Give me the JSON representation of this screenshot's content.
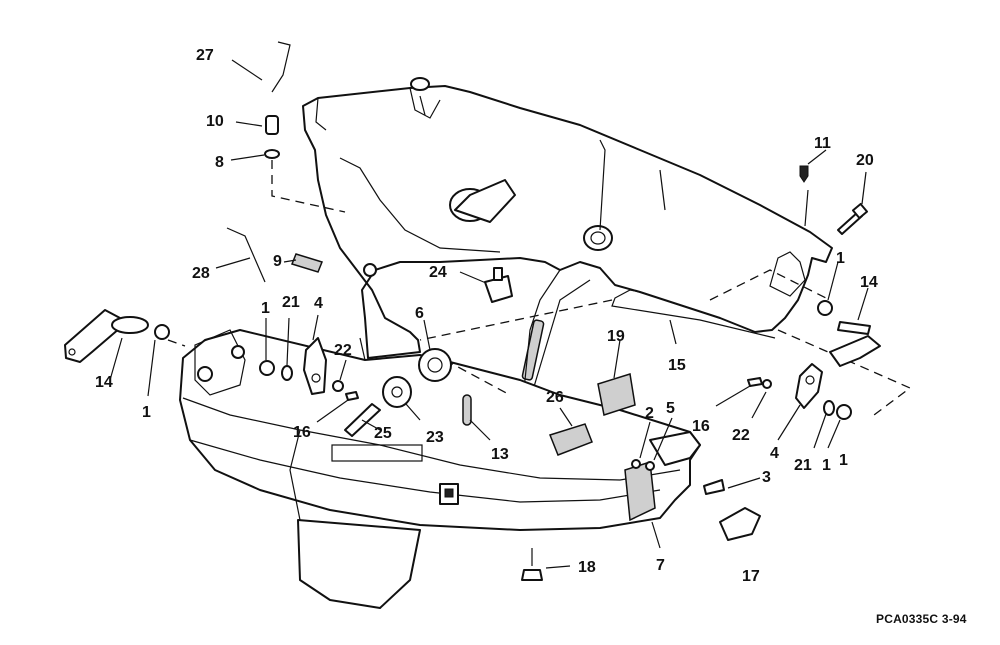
{
  "diagram": {
    "drawing_code": "PCA0335C   3-94",
    "callouts": [
      {
        "id": "c27",
        "text": "27"
      },
      {
        "id": "c10",
        "text": "10"
      },
      {
        "id": "c8",
        "text": "8"
      },
      {
        "id": "c11",
        "text": "11"
      },
      {
        "id": "c20",
        "text": "20"
      },
      {
        "id": "c28",
        "text": "28"
      },
      {
        "id": "c9",
        "text": "9"
      },
      {
        "id": "c24",
        "text": "24"
      },
      {
        "id": "c1a",
        "text": "1"
      },
      {
        "id": "c14a",
        "text": "14"
      },
      {
        "id": "c14b",
        "text": "14"
      },
      {
        "id": "c1b",
        "text": "1"
      },
      {
        "id": "c1c",
        "text": "1"
      },
      {
        "id": "c21a",
        "text": "21"
      },
      {
        "id": "c4a",
        "text": "4"
      },
      {
        "id": "c6",
        "text": "6"
      },
      {
        "id": "c19",
        "text": "19"
      },
      {
        "id": "c15",
        "text": "15"
      },
      {
        "id": "c22a",
        "text": "22"
      },
      {
        "id": "c1d",
        "text": "1"
      },
      {
        "id": "c16a",
        "text": "16"
      },
      {
        "id": "c25",
        "text": "25"
      },
      {
        "id": "c23",
        "text": "23"
      },
      {
        "id": "c13",
        "text": "13"
      },
      {
        "id": "c26",
        "text": "26"
      },
      {
        "id": "c2",
        "text": "2"
      },
      {
        "id": "c5",
        "text": "5"
      },
      {
        "id": "c16b",
        "text": "16"
      },
      {
        "id": "c22b",
        "text": "22"
      },
      {
        "id": "c4b",
        "text": "4"
      },
      {
        "id": "c21b",
        "text": "21"
      },
      {
        "id": "c1e",
        "text": "1"
      },
      {
        "id": "c3",
        "text": "3"
      },
      {
        "id": "c7",
        "text": "7"
      },
      {
        "id": "c17",
        "text": "17"
      },
      {
        "id": "c18",
        "text": "18"
      }
    ]
  }
}
